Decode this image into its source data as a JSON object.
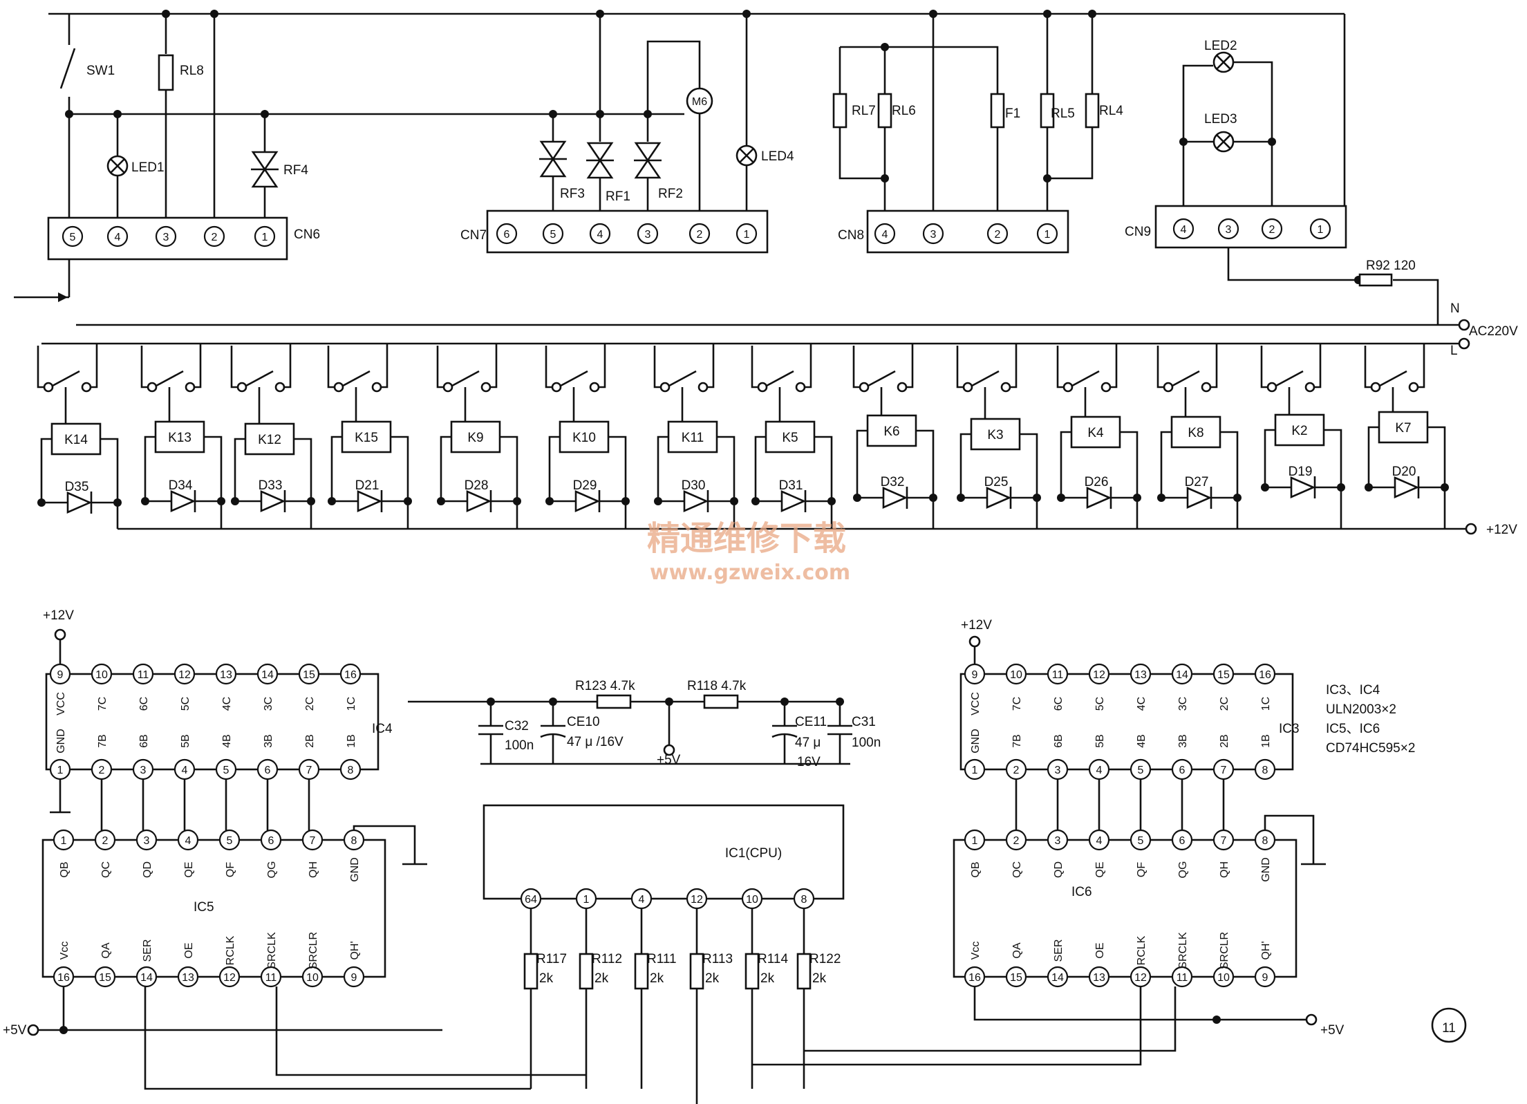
{
  "labels": {
    "sw1": "SW1",
    "rl8": "RL8",
    "led1": "LED1",
    "rf4": "RF4",
    "rf3": "RF3",
    "rf1": "RF1",
    "rf2": "RF2",
    "m6": "M6",
    "led4": "LED4",
    "rl7": "RL7",
    "rl6": "RL6",
    "f1": "F1",
    "rl5": "RL5",
    "rl4": "RL4",
    "led2": "LED2",
    "led3": "LED3",
    "cn6": "CN6",
    "cn7": "CN7",
    "cn8": "CN8",
    "cn9": "CN9",
    "r92": "R92  120",
    "n": "N",
    "l": "L",
    "ac220v": "AC220V",
    "p12v": "+12V",
    "p5v": "+5V",
    "ic4": "IC4",
    "ic3": "IC3",
    "ic5": "IC5",
    "ic6": "IC6",
    "ic1": "IC1(CPU)",
    "r123": "R123  4.7k",
    "r118": "R118  4.7k",
    "c32": "C32",
    "c32v": "100n",
    "ce10": "CE10",
    "ce10v": "47 μ /16V",
    "ce11": "CE11",
    "ce11v1": "47 μ",
    "ce11v2": "16V",
    "c31": "C31",
    "c31v": "100n",
    "note1": "IC3、IC4",
    "note2": "ULN2003×2",
    "note3": "IC5、IC6",
    "note4": "CD74HC595×2",
    "fig": "11",
    "watermark_cn": "精通维修下载",
    "watermark_url": "www.gzweix.com"
  },
  "connectors": {
    "cn6": [
      "5",
      "4",
      "3",
      "2",
      "1"
    ],
    "cn7": [
      "6",
      "5",
      "4",
      "3",
      "2",
      "1"
    ],
    "cn8": [
      "4",
      "3",
      "2",
      "1"
    ],
    "cn9": [
      "4",
      "3",
      "2",
      "1"
    ]
  },
  "relays": [
    "K14",
    "K13",
    "K12",
    "K15",
    "K9",
    "K10",
    "K11",
    "K5",
    "K6",
    "K3",
    "K4",
    "K8",
    "K2",
    "K7"
  ],
  "diodes": [
    "D35",
    "D34",
    "D33",
    "D21",
    "D28",
    "D29",
    "D30",
    "D31",
    "D32",
    "D25",
    "D26",
    "D27",
    "D19",
    "D20"
  ],
  "uln2003": {
    "top_nums": [
      "9",
      "10",
      "11",
      "12",
      "13",
      "14",
      "15",
      "16"
    ],
    "top_names": [
      "VCC",
      "7C",
      "6C",
      "5C",
      "4C",
      "3C",
      "2C",
      "1C"
    ],
    "bot_nums": [
      "1",
      "2",
      "3",
      "4",
      "5",
      "6",
      "7",
      "8"
    ],
    "bot_names": [
      "GND",
      "7B",
      "6B",
      "5B",
      "4B",
      "3B",
      "2B",
      "1B"
    ]
  },
  "hc595": {
    "top_nums": [
      "1",
      "2",
      "3",
      "4",
      "5",
      "6",
      "7",
      "8"
    ],
    "top_names": [
      "QB",
      "QC",
      "QD",
      "QE",
      "QF",
      "QG",
      "QH",
      "GND"
    ],
    "bot_nums": [
      "16",
      "15",
      "14",
      "13",
      "12",
      "11",
      "10",
      "9"
    ],
    "bot_names": [
      "Vcc",
      "QA",
      "SER",
      "OE",
      "RCLK",
      "SRCLK",
      "SRCLR",
      "QH'"
    ]
  },
  "cpu": {
    "pins": [
      "64",
      "1",
      "4",
      "12",
      "10",
      "8"
    ],
    "resistors": [
      "R117",
      "R112",
      "R111",
      "R113",
      "R114",
      "R122"
    ],
    "values": [
      "2k",
      "2k",
      "2k",
      "2k",
      "2k",
      "2k"
    ]
  },
  "colors": {
    "ink": "#111111",
    "watermark": "#e9a884"
  }
}
